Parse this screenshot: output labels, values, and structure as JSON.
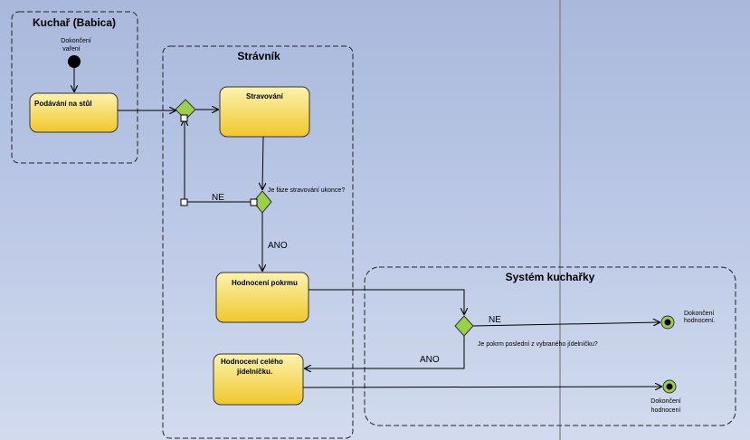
{
  "lanes": {
    "cook": "Kuchař (Babica)",
    "diner": "Strávník",
    "system": "Systém kuchařky"
  },
  "initial_label": [
    "Dokončení",
    "vaření"
  ],
  "actions": {
    "serve": "Podávání na stůl",
    "eating": "Stravování",
    "rate_dish": "Hodnocení pokrmu",
    "rate_menu": [
      "Hodnocení celého",
      "jídelníčku."
    ]
  },
  "decisions": {
    "eating_finished": "Je fáze stravování ukonce?",
    "last_dish": "Je pokrm poslední z vybraného jídelníčku?"
  },
  "guards": {
    "eating_no": "NE",
    "eating_yes": "ANO",
    "last_no": "NE",
    "last_yes": "ANO"
  },
  "finals": {
    "top": [
      "Dokončení",
      "hodnocení."
    ],
    "bottom": [
      "Dokončení",
      "hodnocení"
    ]
  },
  "colors": {
    "action_fill_top": "#fdf3b0",
    "action_fill_bottom": "#f0c72b",
    "decision_fill": "#9ad04a",
    "final_ring": "#9ad04a"
  }
}
